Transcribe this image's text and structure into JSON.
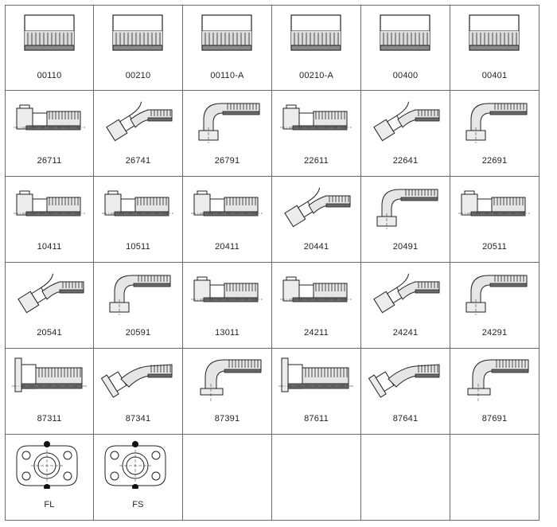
{
  "cells": [
    {
      "label": "00110",
      "icon": "ferrule-icon"
    },
    {
      "label": "00210",
      "icon": "ferrule-icon"
    },
    {
      "label": "00110-A",
      "icon": "ferrule-icon"
    },
    {
      "label": "00210-A",
      "icon": "ferrule-icon"
    },
    {
      "label": "00400",
      "icon": "ferrule-icon"
    },
    {
      "label": "00401",
      "icon": "ferrule-icon"
    },
    {
      "label": "26711",
      "icon": "straight-fitting-icon"
    },
    {
      "label": "26741",
      "icon": "elbow-45-fitting-icon"
    },
    {
      "label": "26791",
      "icon": "elbow-90-fitting-icon"
    },
    {
      "label": "22611",
      "icon": "straight-fitting-icon"
    },
    {
      "label": "22641",
      "icon": "elbow-45-fitting-icon"
    },
    {
      "label": "22691",
      "icon": "elbow-90-fitting-icon"
    },
    {
      "label": "10411",
      "icon": "straight-fitting-icon"
    },
    {
      "label": "10511",
      "icon": "straight-fitting-icon"
    },
    {
      "label": "20411",
      "icon": "straight-fitting-icon"
    },
    {
      "label": "20441",
      "icon": "elbow-45-fitting-icon"
    },
    {
      "label": "20491",
      "icon": "elbow-90-fitting-icon"
    },
    {
      "label": "20511",
      "icon": "straight-fitting-icon"
    },
    {
      "label": "20541",
      "icon": "elbow-45-fitting-icon"
    },
    {
      "label": "20591",
      "icon": "elbow-90-fitting-icon"
    },
    {
      "label": "13011",
      "icon": "straight-fitting-icon"
    },
    {
      "label": "24211",
      "icon": "straight-fitting-icon"
    },
    {
      "label": "24241",
      "icon": "elbow-45-fitting-icon"
    },
    {
      "label": "24291",
      "icon": "elbow-90-fitting-icon"
    },
    {
      "label": "87311",
      "icon": "flange-straight-fitting-icon"
    },
    {
      "label": "87341",
      "icon": "flange-elbow-45-fitting-icon"
    },
    {
      "label": "87391",
      "icon": "flange-elbow-90-fitting-icon"
    },
    {
      "label": "87611",
      "icon": "flange-straight-fitting-icon"
    },
    {
      "label": "87641",
      "icon": "flange-elbow-45-fitting-icon"
    },
    {
      "label": "87691",
      "icon": "flange-elbow-90-fitting-icon"
    },
    {
      "label": "FL",
      "icon": "flange-clamp-icon"
    },
    {
      "label": "FS",
      "icon": "flange-clamp-icon"
    },
    {
      "label": "",
      "icon": ""
    },
    {
      "label": "",
      "icon": ""
    },
    {
      "label": "",
      "icon": ""
    },
    {
      "label": "",
      "icon": ""
    }
  ]
}
